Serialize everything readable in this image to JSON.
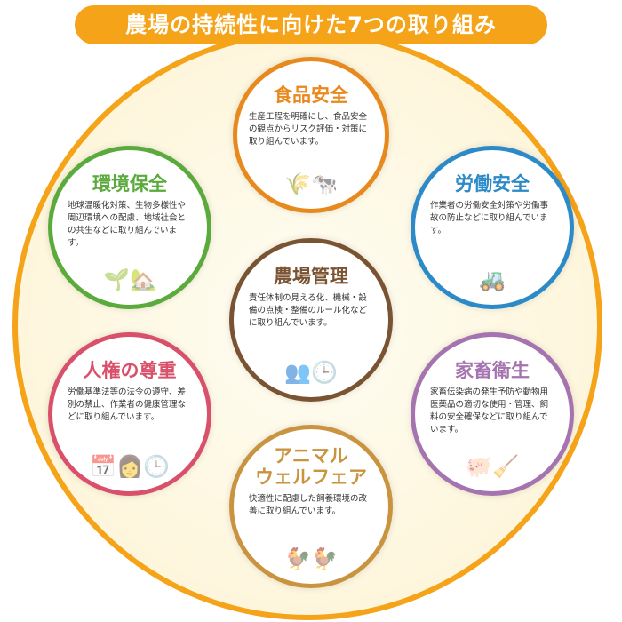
{
  "title": "農場の持続性に向けた7つの取り組み",
  "items": [
    {
      "title": "食品安全",
      "text": "生産工程を明確にし、食品安全の観点からリスク評価・対策に取り組んでいます。",
      "color": "#e8891e",
      "icon": "cow-rice-icon"
    },
    {
      "title": "環境保全",
      "text": "地球温暖化対策、生物多様性や周辺環境への配慮、地域社会との共生などに取り組んでいます。",
      "color": "#5aaa3c",
      "icon": "farm-field-icon"
    },
    {
      "title": "労働安全",
      "text": "作業者の労働安全対策や労働事故の防止などに取り組んでいます。",
      "color": "#2b8ac7",
      "icon": "tractor-icon"
    },
    {
      "title": "農場管理",
      "text": "責任体制の見える化、機械・設備の点検・整備のルール化などに取り組んでいます。",
      "color": "#7a5432",
      "icon": "meeting-icon"
    },
    {
      "title": "人権の尊重",
      "text": "労働基準法等の法令の遵守、差別の禁止、作業者の健康管理などに取り組んでいます。",
      "color": "#d9506a",
      "icon": "worker-clock-icon"
    },
    {
      "title": "家畜衛生",
      "text": "家畜伝染病の発生予防や動物用医薬品の適切な使用・管理、飼料の安全確保などに取り組んでいます。",
      "color": "#a574b0",
      "icon": "pig-icon"
    },
    {
      "title": "アニマル\nウェルフェア",
      "text": "快適性に配慮した飼養環境の改善に取り組んでいます。",
      "color": "#c9933f",
      "icon": "chicken-icon"
    }
  ]
}
